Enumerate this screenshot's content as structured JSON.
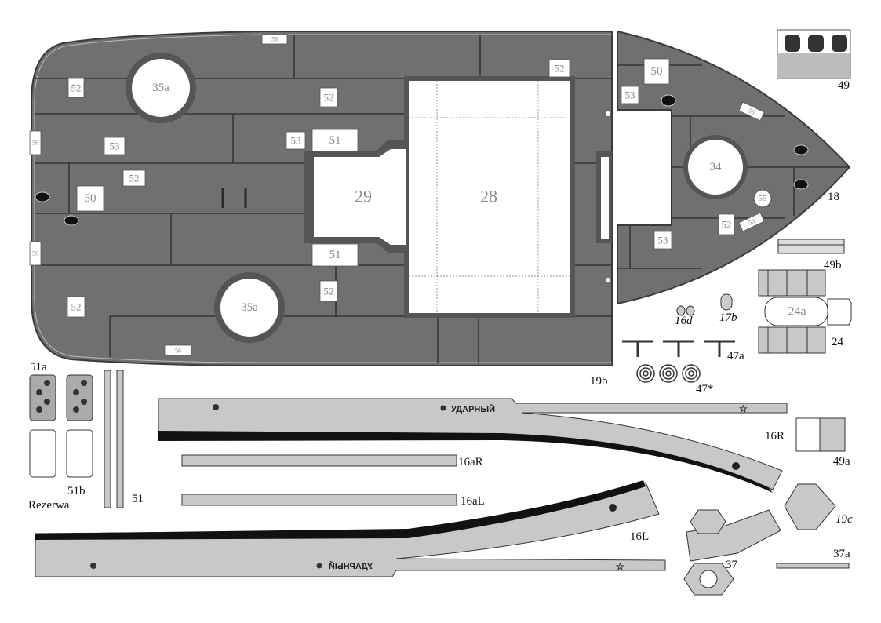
{
  "sheet": {
    "part_numbers": {
      "p19b": "19b",
      "p18": "18",
      "p49": "49",
      "p49b": "49b",
      "p24": "24",
      "p24a": "24a",
      "p16d": "16d",
      "p17b": "17b",
      "p47a": "47a",
      "p47s": "47*",
      "p51a": "51a",
      "p51b": "51b",
      "p51": "51",
      "p16aR": "16aR",
      "p16aL": "16aL",
      "p16R": "16R",
      "p49a": "49a",
      "p16L": "16L",
      "p19c": "19c",
      "p37": "37",
      "p37a": "37a",
      "rezerwa": "Rezerwa"
    },
    "deck_labels": {
      "l28": "28",
      "l29": "29",
      "l35a": "35a",
      "l34": "34",
      "l55": "55",
      "l50": "50",
      "l51": "51",
      "l52": "52",
      "l53": "53",
      "l56": "56"
    },
    "ship_name": "УДАРНЫЙ"
  }
}
